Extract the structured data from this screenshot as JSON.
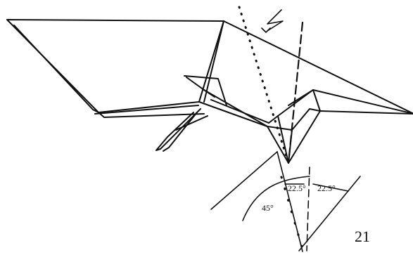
{
  "labels": {
    "angle_a": "22.5°",
    "angle_b": "22.5°",
    "angle_c": "45°"
  },
  "page_number": "21",
  "symbols": {
    "fold_direction": "zigzag-arrow-icon",
    "valley_fold": "dashed-line",
    "mountain_fold": "dotted-line"
  }
}
